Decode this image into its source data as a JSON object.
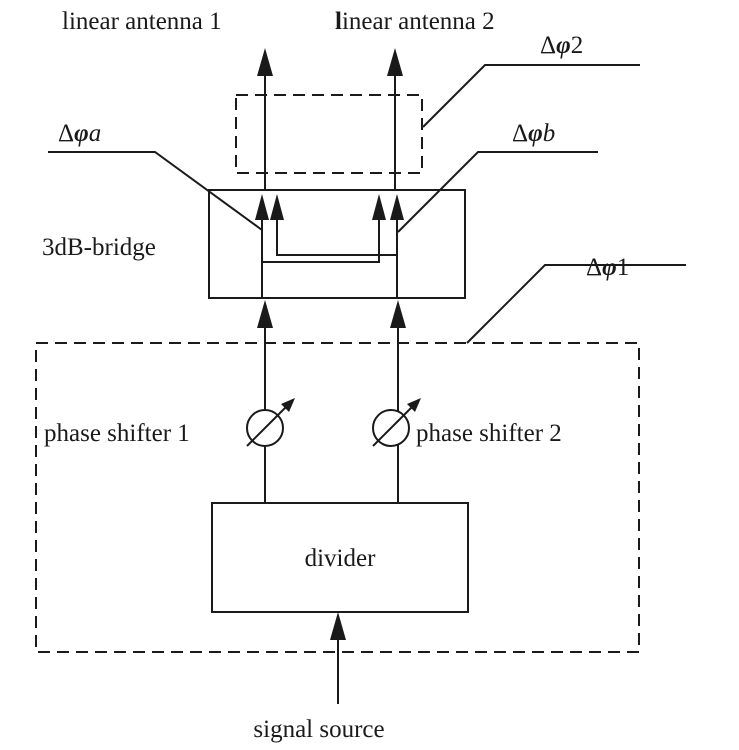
{
  "labels": {
    "antenna1": "linear antenna 1",
    "antenna2_first": "l",
    "antenna2_rest": "inear antenna 2",
    "delta": "Δ",
    "phi": "φ",
    "suffix_a": "a",
    "suffix_b": "b",
    "suffix_2": "2",
    "suffix_1": "1",
    "bridge": "3dB-bridge",
    "shifter1": "phase shifter 1",
    "shifter2": "phase shifter 2",
    "divider": "divider",
    "source": "signal source"
  }
}
